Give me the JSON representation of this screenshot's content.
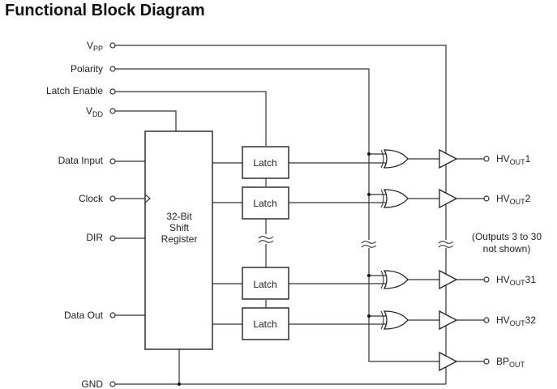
{
  "title": "Functional Block Diagram",
  "inputs": [
    {
      "id": "vpp",
      "label": "V",
      "sub": "PP"
    },
    {
      "id": "polarity",
      "label": "Polarity",
      "sub": ""
    },
    {
      "id": "latch_enable",
      "label": "Latch Enable",
      "sub": ""
    },
    {
      "id": "vdd",
      "label": "V",
      "sub": "DD"
    },
    {
      "id": "data_input",
      "label": "Data Input",
      "sub": ""
    },
    {
      "id": "clock",
      "label": "Clock",
      "sub": ""
    },
    {
      "id": "dir",
      "label": "DIR",
      "sub": ""
    },
    {
      "id": "data_out",
      "label": "Data Out",
      "sub": ""
    },
    {
      "id": "gnd",
      "label": "GND",
      "sub": ""
    }
  ],
  "shift_register": {
    "line1": "32-Bit",
    "line2": "Shift",
    "line3": "Register"
  },
  "latch_label": "Latch",
  "outputs": [
    {
      "pre": "HV",
      "sub": "OUT",
      "post": "1"
    },
    {
      "pre": "HV",
      "sub": "OUT",
      "post": "2"
    },
    {
      "pre": "HV",
      "sub": "OUT",
      "post": "31"
    },
    {
      "pre": "HV",
      "sub": "OUT",
      "post": "32"
    },
    {
      "pre": "BP",
      "sub": "OUT",
      "post": ""
    }
  ],
  "note": {
    "line1": "(Outputs 3 to 30",
    "line2": "not shown)"
  }
}
